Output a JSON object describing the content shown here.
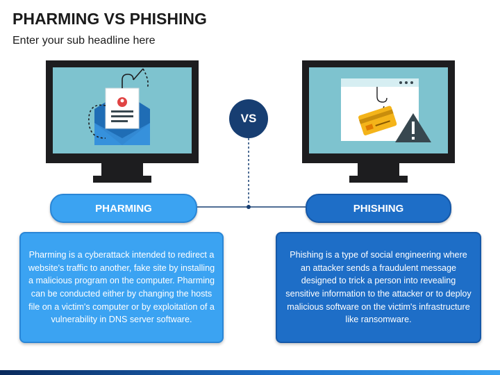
{
  "header": {
    "title": "PHARMING VS PHISHING",
    "subtitle": "Enter your sub headline here"
  },
  "center": {
    "vs_label": "VS"
  },
  "pharming": {
    "label": "PHARMING",
    "description": "Pharming is a cyberattack intended to redirect a website's traffic to another, fake site by installing a malicious program on the computer. Pharming can be conducted either by changing the hosts file on a victim's computer or by exploitation of a vulnerability in DNS server software."
  },
  "phishing": {
    "label": "PHISHING",
    "description": "Phishing is a type of social engineering where an attacker sends a fraudulent message designed to trick a person into revealing sensitive information to the attacker or to deploy malicious software on the victim's infrastructure like ransomware."
  },
  "colors": {
    "light_blue": "#3ba3f2",
    "dark_blue": "#1e6ec7",
    "navy": "#173e72",
    "screen": "#7ec3cf",
    "monitor_frame": "#1d1d1f"
  },
  "icons": {
    "left_monitor": [
      "monitor-icon",
      "email-envelope-icon",
      "fishing-hook-icon",
      "user-profile-icon"
    ],
    "right_monitor": [
      "monitor-icon",
      "browser-window-icon",
      "credit-card-icon",
      "fishing-hook-icon",
      "warning-triangle-icon"
    ]
  }
}
